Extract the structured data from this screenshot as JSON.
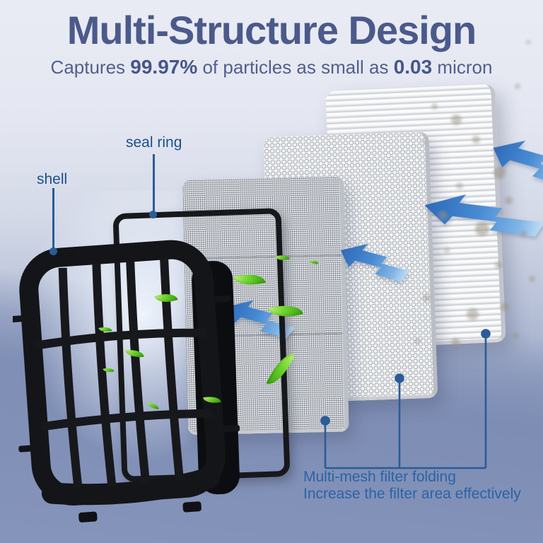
{
  "header": {
    "title": "Multi-Structure Design",
    "subtitle": {
      "prefix": "Captures ",
      "percent": "99.97%",
      "middle": " of particles as small as ",
      "size": "0.03",
      "suffix": " micron"
    }
  },
  "callouts": {
    "shell_label": "shell",
    "seal_ring_label": "seal ring",
    "caption_line1": "Multi-mesh filter folding",
    "caption_line2": "Increase the filter area effectively"
  },
  "colors": {
    "title_blue": "#4b5a8a",
    "callout_blue": "#1b4f8c",
    "caption_blue": "#2b63a7",
    "leader_line_blue": "#2a5c97",
    "arrow_blue": "#3a78c6",
    "leaf_green": "#55c021",
    "shell_black": "#17181c",
    "background_bottom": "#8e9cc2",
    "background_top": "#e9ebf4"
  }
}
